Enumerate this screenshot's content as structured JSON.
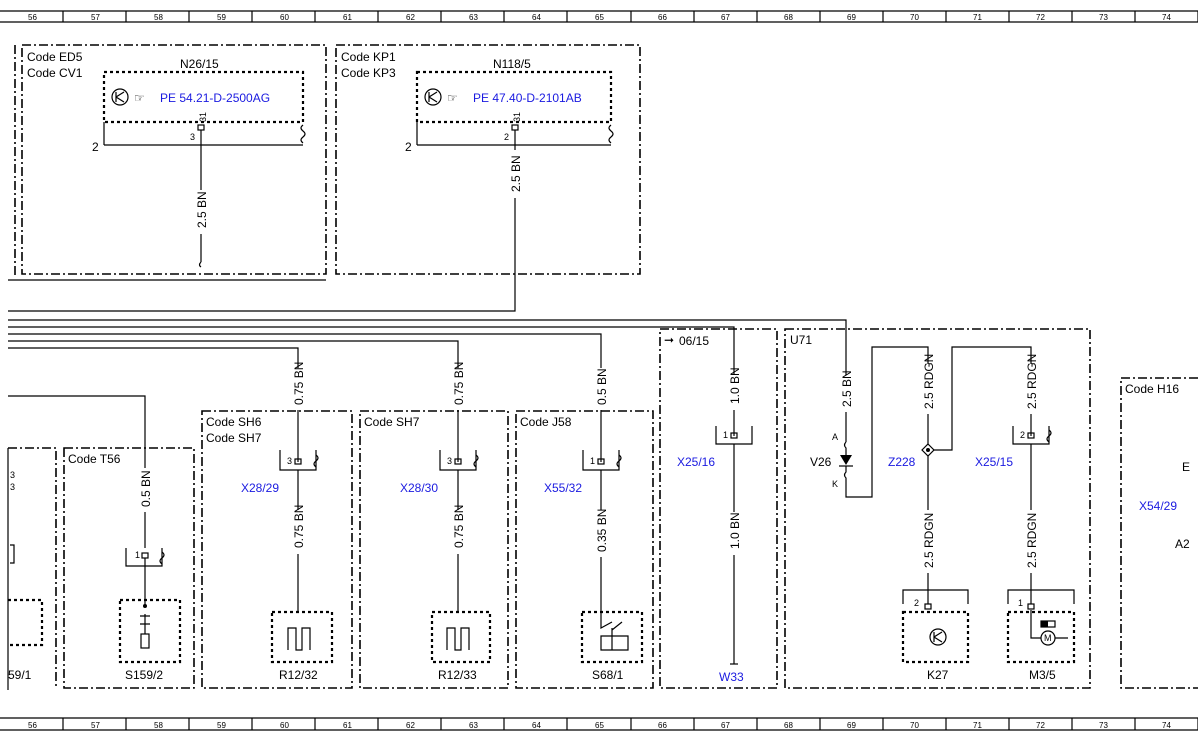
{
  "ruler": [
    "56",
    "57",
    "58",
    "59",
    "60",
    "61",
    "62",
    "63",
    "64",
    "65",
    "66",
    "67",
    "68",
    "69",
    "70",
    "71",
    "72",
    "73",
    "74"
  ],
  "codes": {
    "ed5": "Code ED5",
    "cv1": "Code CV1",
    "kp1": "Code KP1",
    "kp3": "Code KP3",
    "t56": "Code T56",
    "sh6": "Code SH6",
    "sh7_a": "Code SH7",
    "sh7_b": "Code SH7",
    "j58": "Code J58",
    "u71": "U71",
    "h16": "Code H16",
    "ref": "06/15"
  },
  "modules": {
    "n26": "N26/15",
    "n118": "N118/5",
    "pe1": "PE 54.21-D-2500AG",
    "pe2": "PE 47.40-D-2101AB"
  },
  "wires": {
    "w_25bn": "2.5 BN",
    "w_075bn": "0.75 BN",
    "w_05bn": "0.5 BN",
    "w_10bn": "1.0 BN",
    "w_035bn": "0.35 BN",
    "w_25rdgn": "2.5 RDGN"
  },
  "pins": {
    "p2": "2",
    "p3": "3",
    "p31": "31",
    "p1": "1",
    "pA": "A",
    "pK": "K"
  },
  "connectors": {
    "x2829": "X28/29",
    "x2830": "X28/30",
    "x5532": "X55/32",
    "x2516": "X25/16",
    "x2515": "X25/15",
    "z228": "Z228",
    "x5429": "X54/29",
    "w33": "W33"
  },
  "components": {
    "s159_1": "59/1",
    "s159_2": "S159/2",
    "r1232": "R12/32",
    "r1233": "R12/33",
    "s681": "S68/1",
    "k27": "K27",
    "m35": "M3/5",
    "v26": "V26",
    "e_partial": "E",
    "a2_partial": "A2"
  }
}
